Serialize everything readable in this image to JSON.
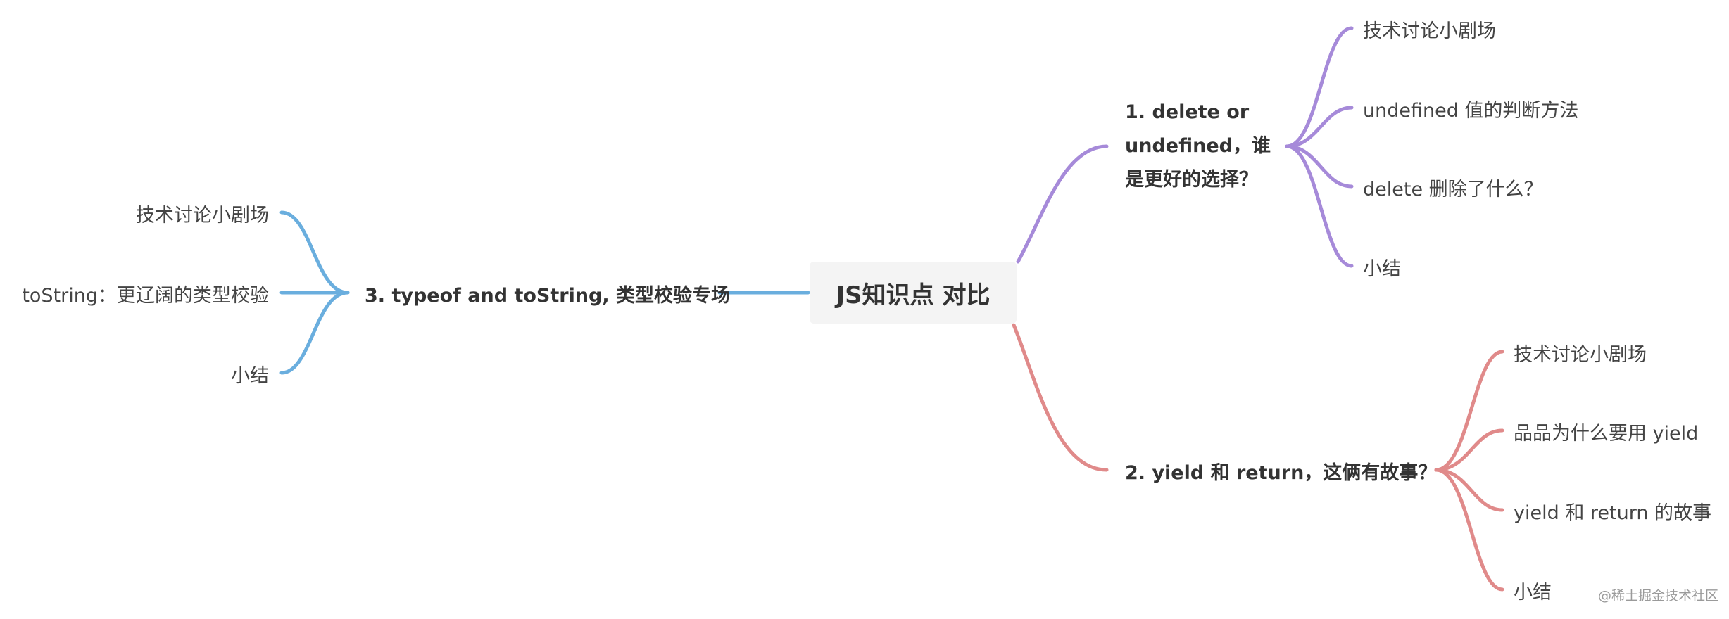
{
  "root": {
    "label": "JS知识点 对比"
  },
  "colors": {
    "purple": "#a68ad9",
    "red": "#e08a8a",
    "blue": "#6aaede",
    "root_bg": "#f4f4f4"
  },
  "branches": [
    {
      "label_lines": [
        "1. delete or",
        "undefined，谁",
        "是更好的选择？"
      ],
      "color": "#a68ad9",
      "children": [
        "技术讨论小剧场",
        "undefined 值的判断方法",
        "delete 删除了什么？",
        "小结"
      ]
    },
    {
      "label": "2. yield 和 return，这俩有故事？",
      "color": "#e08a8a",
      "children": [
        "技术讨论小剧场",
        "品品为什么要用 yield",
        "yield 和 return 的故事",
        "小结"
      ]
    },
    {
      "label": "3. typeof and toString, 类型校验专场",
      "color": "#6aaede",
      "children": [
        "技术讨论小剧场",
        "toString：更辽阔的类型校验",
        "小结"
      ]
    }
  ],
  "watermark": "@稀土掘金技术社区"
}
